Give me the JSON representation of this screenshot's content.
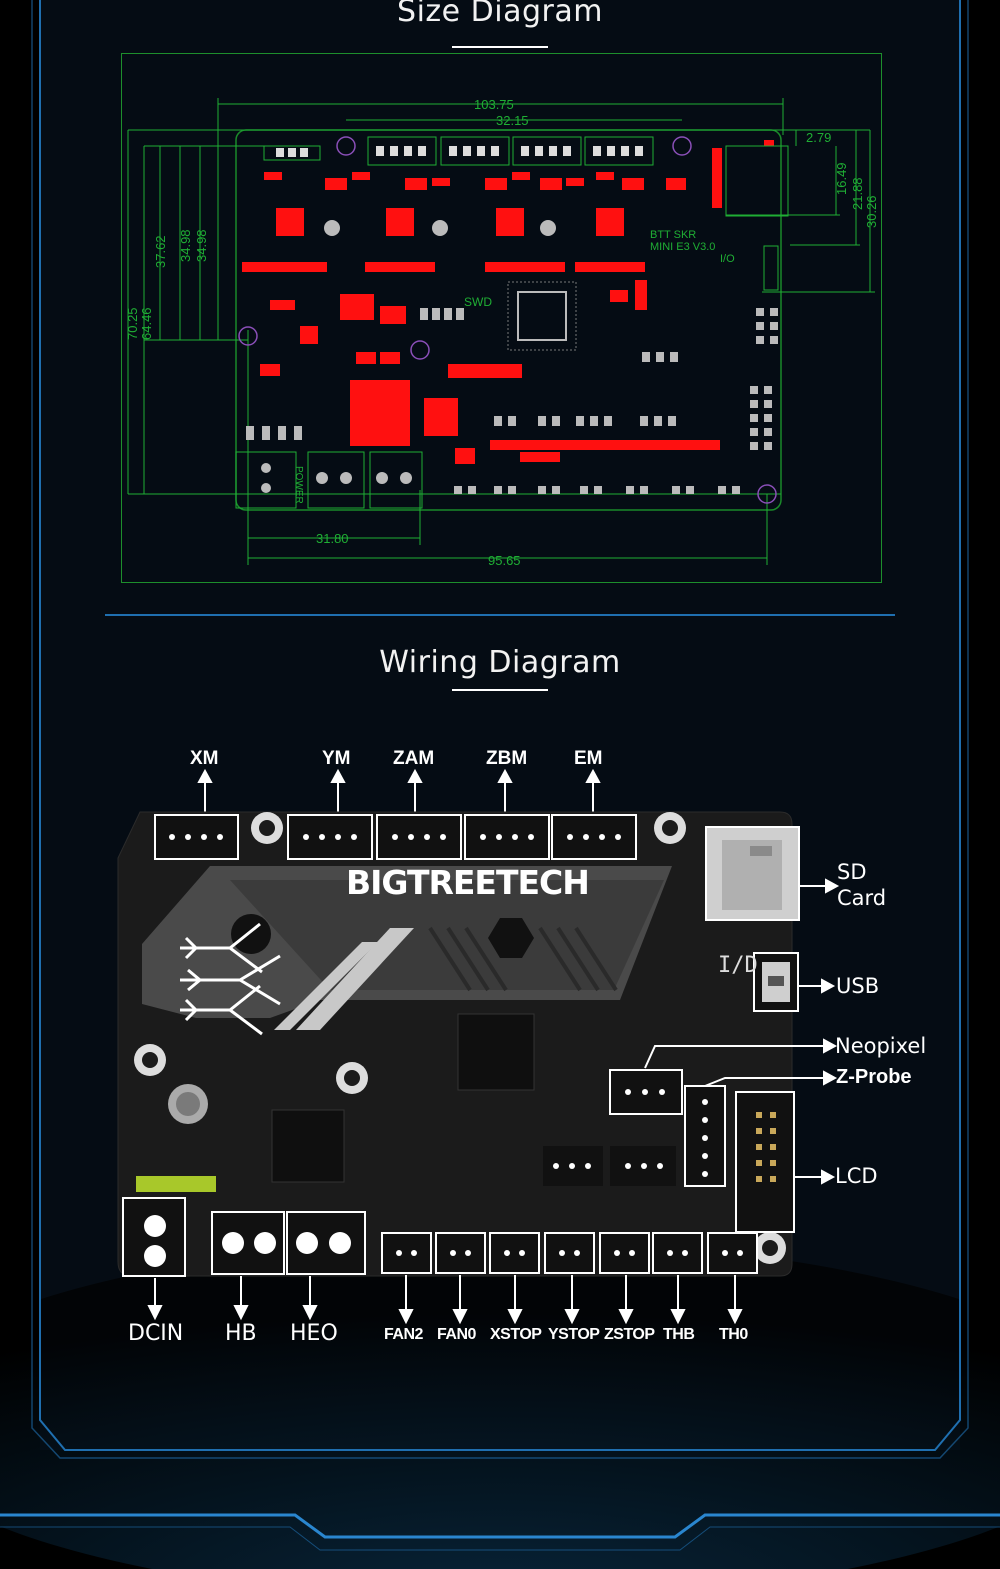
{
  "size_section": {
    "title": "Size Diagram",
    "dimensions": {
      "d1": "103.75",
      "d2": "32.15",
      "d3": "2.79",
      "d4": "16.49",
      "d5": "21.88",
      "d6": "30.26",
      "d7": "37.62",
      "d8": "34.98",
      "d9": "34.98",
      "d10": "70.25",
      "d11": "64.46",
      "d12": "31.80",
      "d13": "95.65"
    },
    "board_labels": {
      "swd": "SWD",
      "model_line1": "BTT SKR",
      "model_line2": "MINI E3 V3.0",
      "io": "I/O",
      "power": "POWER"
    }
  },
  "wiring_section": {
    "title": "Wiring Diagram",
    "brand": "BIGTREETECH",
    "top_labels": [
      "XM",
      "YM",
      "ZAM",
      "ZBM",
      "EM"
    ],
    "right_labels": {
      "sd_line1": "SD",
      "sd_line2": "Card",
      "usb": "USB",
      "neopixel": "Neopixel",
      "zprobe": "Z-Probe",
      "lcd": "LCD"
    },
    "bottom_large_labels": [
      "DCIN",
      "HB",
      "HEO"
    ],
    "bottom_small_labels": [
      "FAN2",
      "FAN0",
      "XSTOP",
      "YSTOP",
      "ZSTOP",
      "THB",
      "TH0"
    ],
    "io_mark": "I/D"
  },
  "colors": {
    "frame": "#1f6fb0",
    "dimension_green": "#1fae34",
    "pcb_red": "#ff0000",
    "board_black": "#1b1b1b"
  }
}
